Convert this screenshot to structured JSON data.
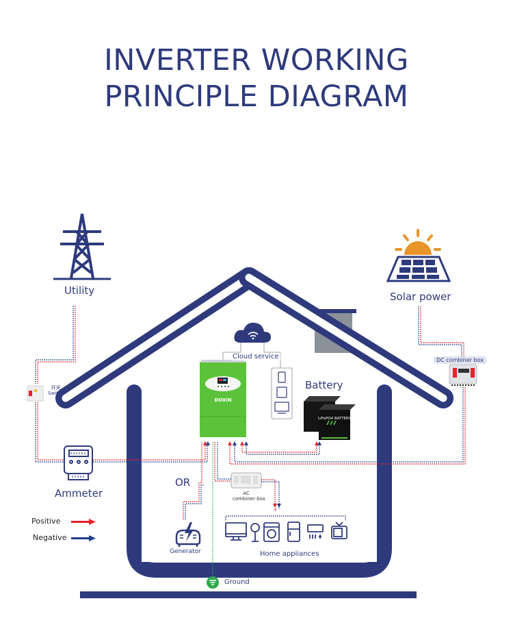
{
  "title": {
    "line1": "INVERTER WORKING",
    "line2": "PRINCIPLE DIAGRAM"
  },
  "colors": {
    "primary": "#2e3a7c",
    "positive": "#e8212b",
    "negative": "#1f3e8c",
    "inverter_green": "#5cc23a",
    "ground_green": "#2fa84f",
    "solar_orange": "#e8952a",
    "chimney_gray": "#8a9199"
  },
  "components": {
    "utility": "Utility",
    "solar": "Solar power",
    "dc_combiner": "DC combiner box",
    "switch_cn": "开关",
    "switch_en": "Switch",
    "ammeter": "Ammeter",
    "cloud": "Cloud service",
    "battery": "Battery",
    "battery_brand": "LiFePO4 BATTERY",
    "inverter_brand": "DOXIN",
    "or": "OR",
    "generator": "Generator",
    "ac_combiner_line1": "AC",
    "ac_combiner_line2": "combiner box",
    "home_appliances": "Home appliances",
    "ground": "Ground",
    "plus": "+",
    "minus": "-"
  },
  "legend": [
    {
      "label": "Positive",
      "color": "#e8212b"
    },
    {
      "label": "Negative",
      "color": "#1f3e8c"
    }
  ],
  "appliances": [
    "monitor-icon",
    "fan-icon",
    "washing-machine-icon",
    "refrigerator-icon",
    "air-conditioner-icon",
    "tv-icon"
  ],
  "devices": [
    "smartphone-icon",
    "tablet-icon",
    "computer-icon"
  ]
}
